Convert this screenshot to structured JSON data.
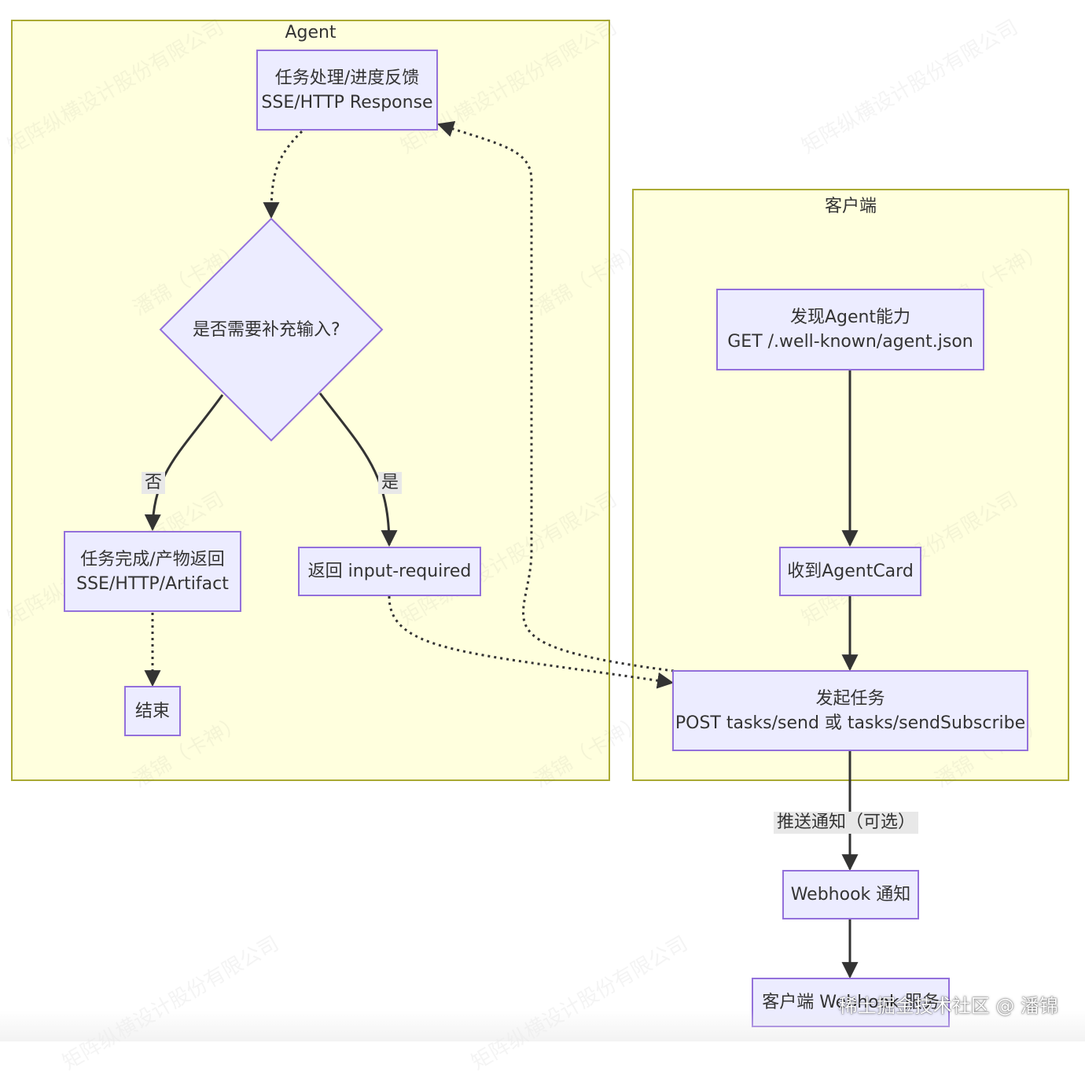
{
  "clusters": {
    "agent": {
      "title": "Agent"
    },
    "client": {
      "title": "客户端"
    }
  },
  "nodes": {
    "task_processing": {
      "line1": "任务处理/进度反馈",
      "line2": "SSE/HTTP Response"
    },
    "decision": {
      "label": "是否需要补充输入?"
    },
    "task_complete": {
      "line1": "任务完成/产物返回",
      "line2": "SSE/HTTP/Artifact"
    },
    "return_input": {
      "label": "返回 input-required"
    },
    "end": {
      "label": "结束"
    },
    "discover": {
      "line1": "发现Agent能力",
      "line2": "GET /.well-known/agent.json"
    },
    "receive_card": {
      "label": "收到AgentCard"
    },
    "initiate": {
      "line1": "发起任务",
      "line2": "POST tasks/send 或 tasks/sendSubscribe"
    },
    "webhook_notify": {
      "label": "Webhook 通知"
    },
    "client_webhook": {
      "label": "客户端 Webhook 服务"
    }
  },
  "edge_labels": {
    "no": "否",
    "yes": "是",
    "push": "推送通知（可选）"
  },
  "watermarks": {
    "company": "矩阵纵横设计股份有限公司",
    "author": "潘锦（卡神）"
  },
  "credit": "稀土掘金技术社区 @ 潘锦",
  "colors": {
    "cluster_fill": "#ffffde",
    "cluster_border": "#aaaa33",
    "node_fill": "#ececff",
    "node_border": "#9370db",
    "edge": "#333333"
  }
}
